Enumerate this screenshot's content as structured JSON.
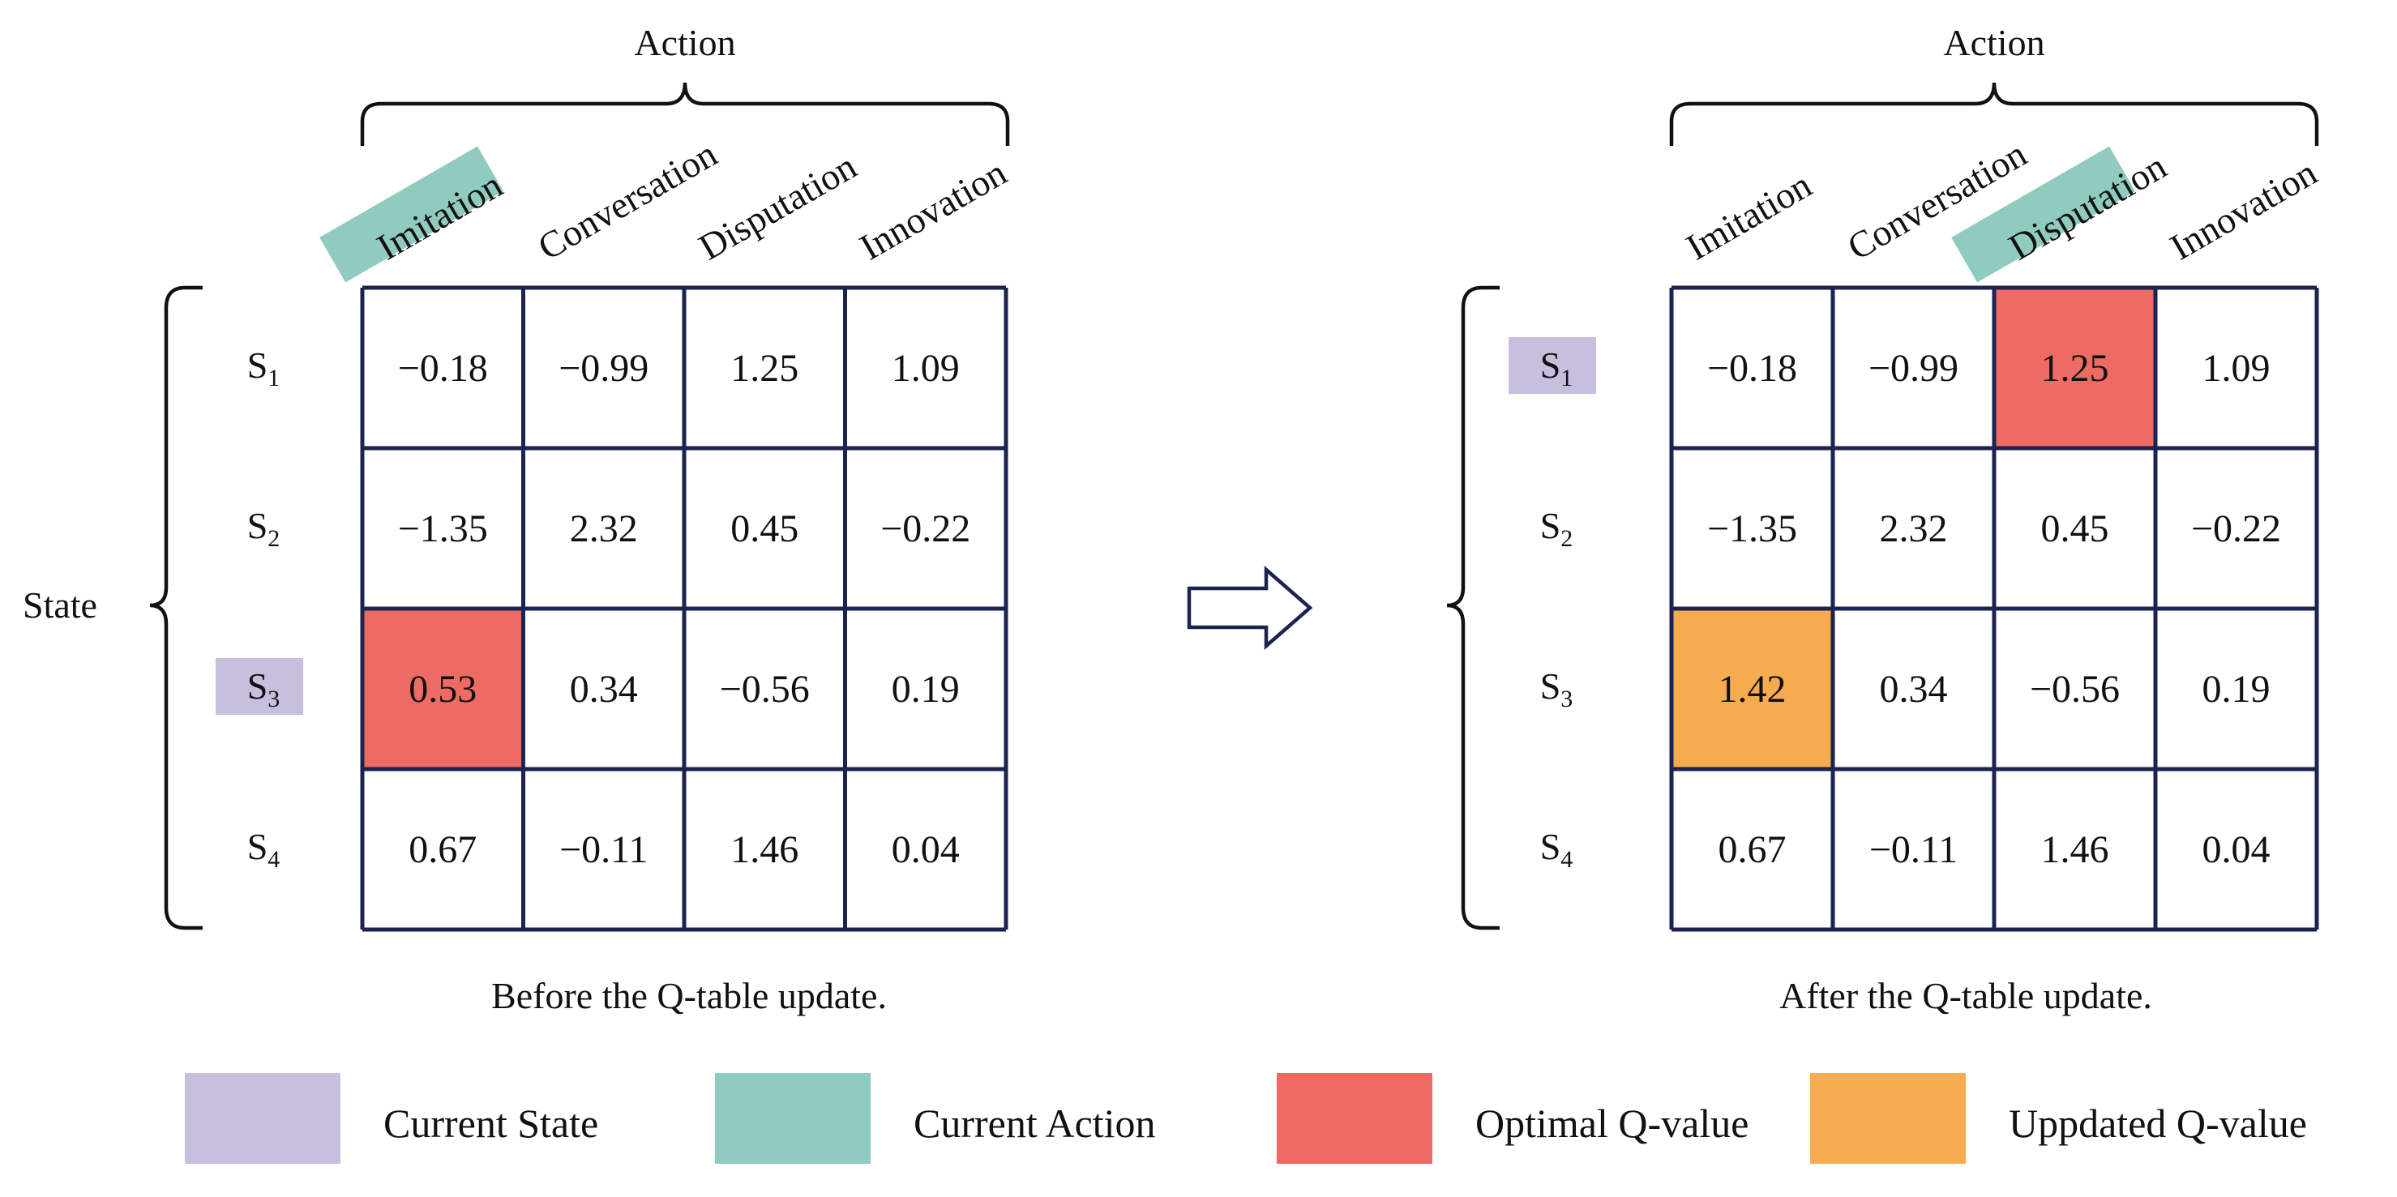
{
  "colors": {
    "grid_line": "#1c2350",
    "current_state": "#c8bfdf",
    "current_action": "#8fccbf",
    "optimal_q": "#ee6b63",
    "updated_q": "#f6ac4e",
    "arrow": "#1c2350"
  },
  "actions": [
    "Imitation",
    "Conversation",
    "Disputation",
    "Innovation"
  ],
  "states": [
    "S",
    "S",
    "S",
    "S"
  ],
  "state_subscripts": [
    "1",
    "2",
    "3",
    "4"
  ],
  "state_axis_label": "State",
  "action_axis_label": "Action",
  "before": {
    "caption": "Before the Q-table update.",
    "current_state_index": 2,
    "current_action_index": 0,
    "values": [
      [
        "−0.18",
        "−0.99",
        "1.25",
        "1.09"
      ],
      [
        "−1.35",
        "2.32",
        "0.45",
        "−0.22"
      ],
      [
        "0.53",
        "0.34",
        "−0.56",
        "0.19"
      ],
      [
        "0.67",
        "−0.11",
        "1.46",
        "0.04"
      ]
    ],
    "optimal_cell": [
      2,
      0
    ]
  },
  "after": {
    "caption": "After the Q-table update.",
    "current_state_index": 0,
    "current_action_index": 2,
    "values": [
      [
        "−0.18",
        "−0.99",
        "1.25",
        "1.09"
      ],
      [
        "−1.35",
        "2.32",
        "0.45",
        "−0.22"
      ],
      [
        "1.42",
        "0.34",
        "−0.56",
        "0.19"
      ],
      [
        "0.67",
        "−0.11",
        "1.46",
        "0.04"
      ]
    ],
    "optimal_cell": [
      0,
      2
    ],
    "updated_cell": [
      2,
      0
    ]
  },
  "legend": [
    {
      "label": "Current State",
      "color_key": "current_state"
    },
    {
      "label": "Current Action",
      "color_key": "current_action"
    },
    {
      "label": "Optimal Q-value",
      "color_key": "optimal_q"
    },
    {
      "label": "Uppdated Q-value",
      "color_key": "updated_q"
    }
  ]
}
